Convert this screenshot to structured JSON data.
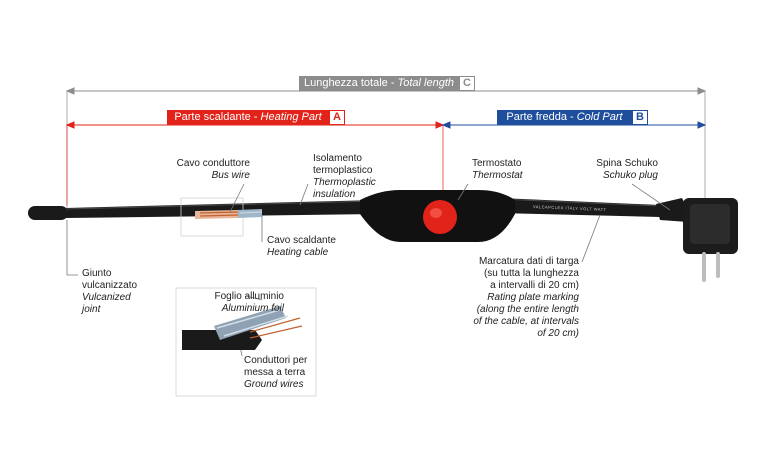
{
  "dimensions": {
    "total": {
      "label": "Lunghezza totale - ",
      "label_en": "Total length",
      "letter": "C"
    },
    "heating": {
      "label": "Parte scaldante - ",
      "label_en": "Heating Part",
      "letter": "A"
    },
    "cold": {
      "label": "Parte fredda - ",
      "label_en": "Cold Part",
      "letter": "B"
    }
  },
  "callouts": {
    "bus_wire": {
      "it": "Cavo conduttore",
      "en": "Bus wire"
    },
    "insulation": {
      "it1": "Isolamento",
      "it2": "termoplastico",
      "en1": "Thermoplastic",
      "en2": "insulation"
    },
    "thermostat": {
      "it": "Termostato",
      "en": "Thermostat"
    },
    "plug": {
      "it": "Spina Schuko",
      "en": "Schuko plug"
    },
    "heating_cable": {
      "it": "Cavo scaldante",
      "en": "Heating cable"
    },
    "joint": {
      "it1": "Giunto",
      "it2": "vulcanizzato",
      "en1": "Vulcanized",
      "en2": "joint"
    },
    "rating": {
      "it1": "Marcatura dati di targa",
      "it2": "(su tutta la lunghezza",
      "it3": "a intervalli di 20 cm)",
      "en1": "Rating plate marking",
      "en2": "(along the entire length",
      "en3": "of the cable, at intervals",
      "en4": "of 20 cm)"
    },
    "foil": {
      "it": "Foglio alluminio",
      "en": "Aluminium foil"
    },
    "ground": {
      "it1": "Conduttori per",
      "it2": "messa a terra",
      "en": "Ground wires"
    }
  },
  "cable_marking": "VALCAPCLEX ITALY    VOLT    WATT",
  "colors": {
    "heating": "#e2231a",
    "cold": "#1f4f9c",
    "total": "#8c8c8c",
    "cable": "#1a1a1a",
    "thermostat_button": "#e2231a"
  }
}
